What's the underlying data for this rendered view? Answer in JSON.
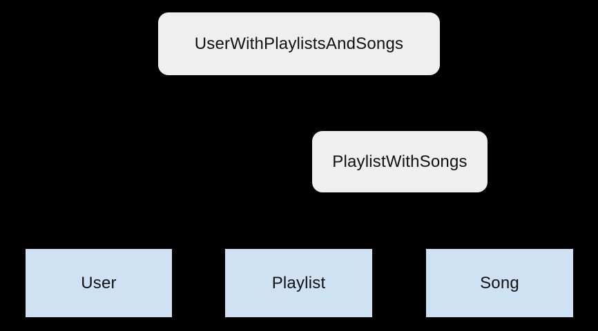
{
  "canvas": {
    "background_color": "#000000"
  },
  "diagram": {
    "type": "hierarchy",
    "text_color": "#111111",
    "border_color": "#000000",
    "rounded_fill": "#efefef",
    "rect_fill": "#cfe2f3",
    "nodes": [
      {
        "id": "user-with-playlists-and-songs",
        "label": "UserWithPlaylistsAndSongs",
        "shape": "rounded-rectangle",
        "fill": "#efefef"
      },
      {
        "id": "playlist-with-songs",
        "label": "PlaylistWithSongs",
        "shape": "rounded-rectangle",
        "fill": "#efefef"
      },
      {
        "id": "user",
        "label": "User",
        "shape": "rectangle",
        "fill": "#cfe2f3"
      },
      {
        "id": "playlist",
        "label": "Playlist",
        "shape": "rectangle",
        "fill": "#cfe2f3"
      },
      {
        "id": "song",
        "label": "Song",
        "shape": "rectangle",
        "fill": "#cfe2f3"
      }
    ]
  }
}
